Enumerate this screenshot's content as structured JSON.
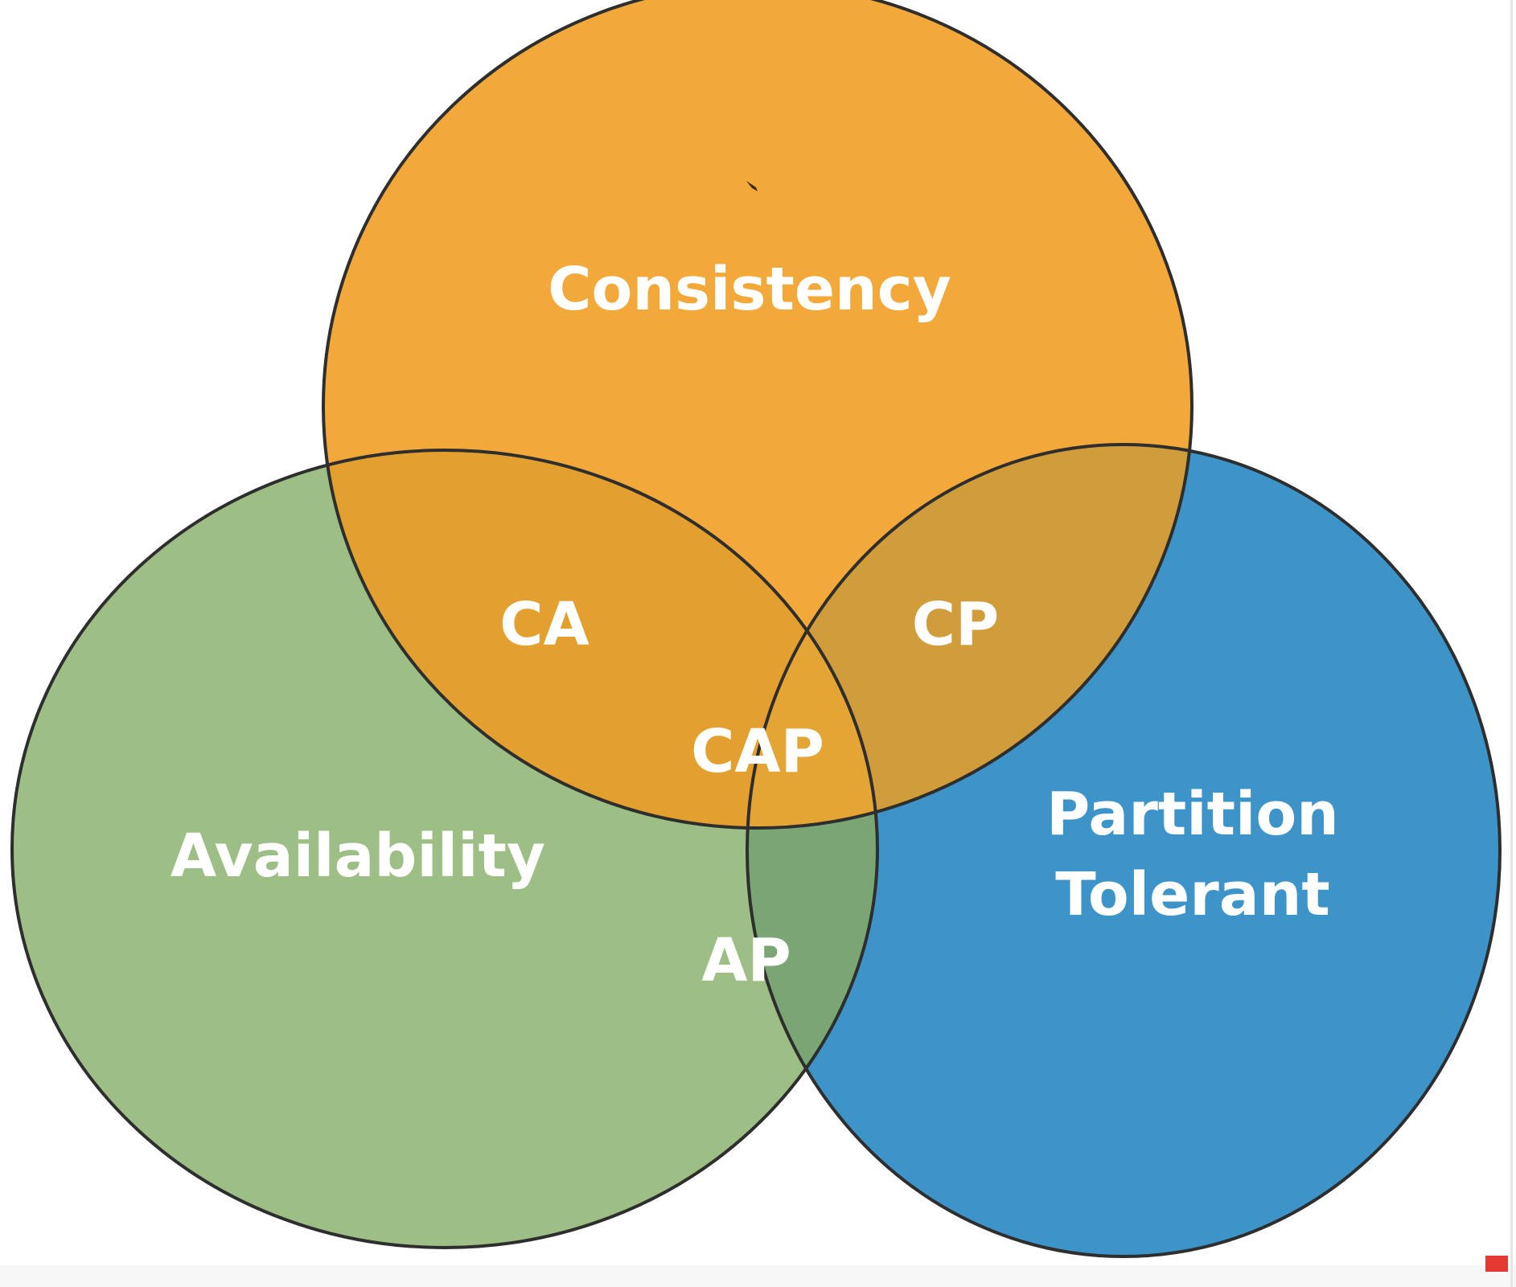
{
  "diagram": {
    "type": "venn",
    "sets": [
      {
        "id": "consistency",
        "label": "Consistency",
        "color": "#f3a93a",
        "outline": "#2e2e2e"
      },
      {
        "id": "availability",
        "label": "Availability",
        "color": "#9dbf86",
        "outline": "#2e2e2e"
      },
      {
        "id": "partition",
        "label_line1": "Partition",
        "label_line2": "Tolerant",
        "color": "#3d94c8",
        "outline": "#2e2e2e"
      }
    ],
    "intersections": {
      "ca": "CA",
      "cp": "CP",
      "ap": "AP",
      "cap": "CAP"
    },
    "region_colors": {
      "ca": "#e3a02f",
      "cp": "#d19c3a",
      "ap": "#7aa674",
      "cap": "#e4a535"
    },
    "label_color": "#ffffff"
  },
  "corner_marker_color": "#e53935"
}
